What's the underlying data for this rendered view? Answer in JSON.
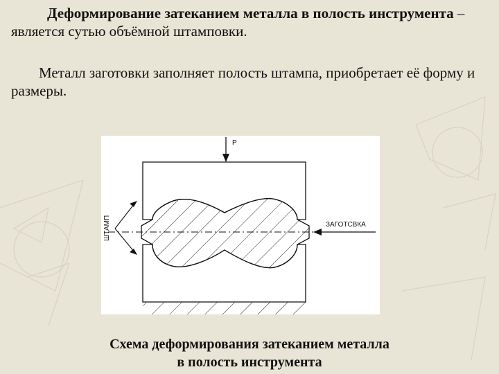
{
  "paragraph1": {
    "bold": "Деформирование затеканием металла в полость инструмента",
    "rest": " – является сутью объёмной штамповки."
  },
  "paragraph2": {
    "text": "Металл заготовки заполняет полость штампа, приобретает её форму и размеры."
  },
  "figure": {
    "force_label": "P",
    "die_label": "ШТАМП",
    "workpiece_label": "ЗАГОТСВКА"
  },
  "caption": {
    "line1": "Схема деформирования затеканием металла",
    "line2": "в полость инструмента"
  },
  "colors": {
    "background": "#e9e5d6",
    "text": "#111111",
    "figure_background": "#ffffff"
  }
}
